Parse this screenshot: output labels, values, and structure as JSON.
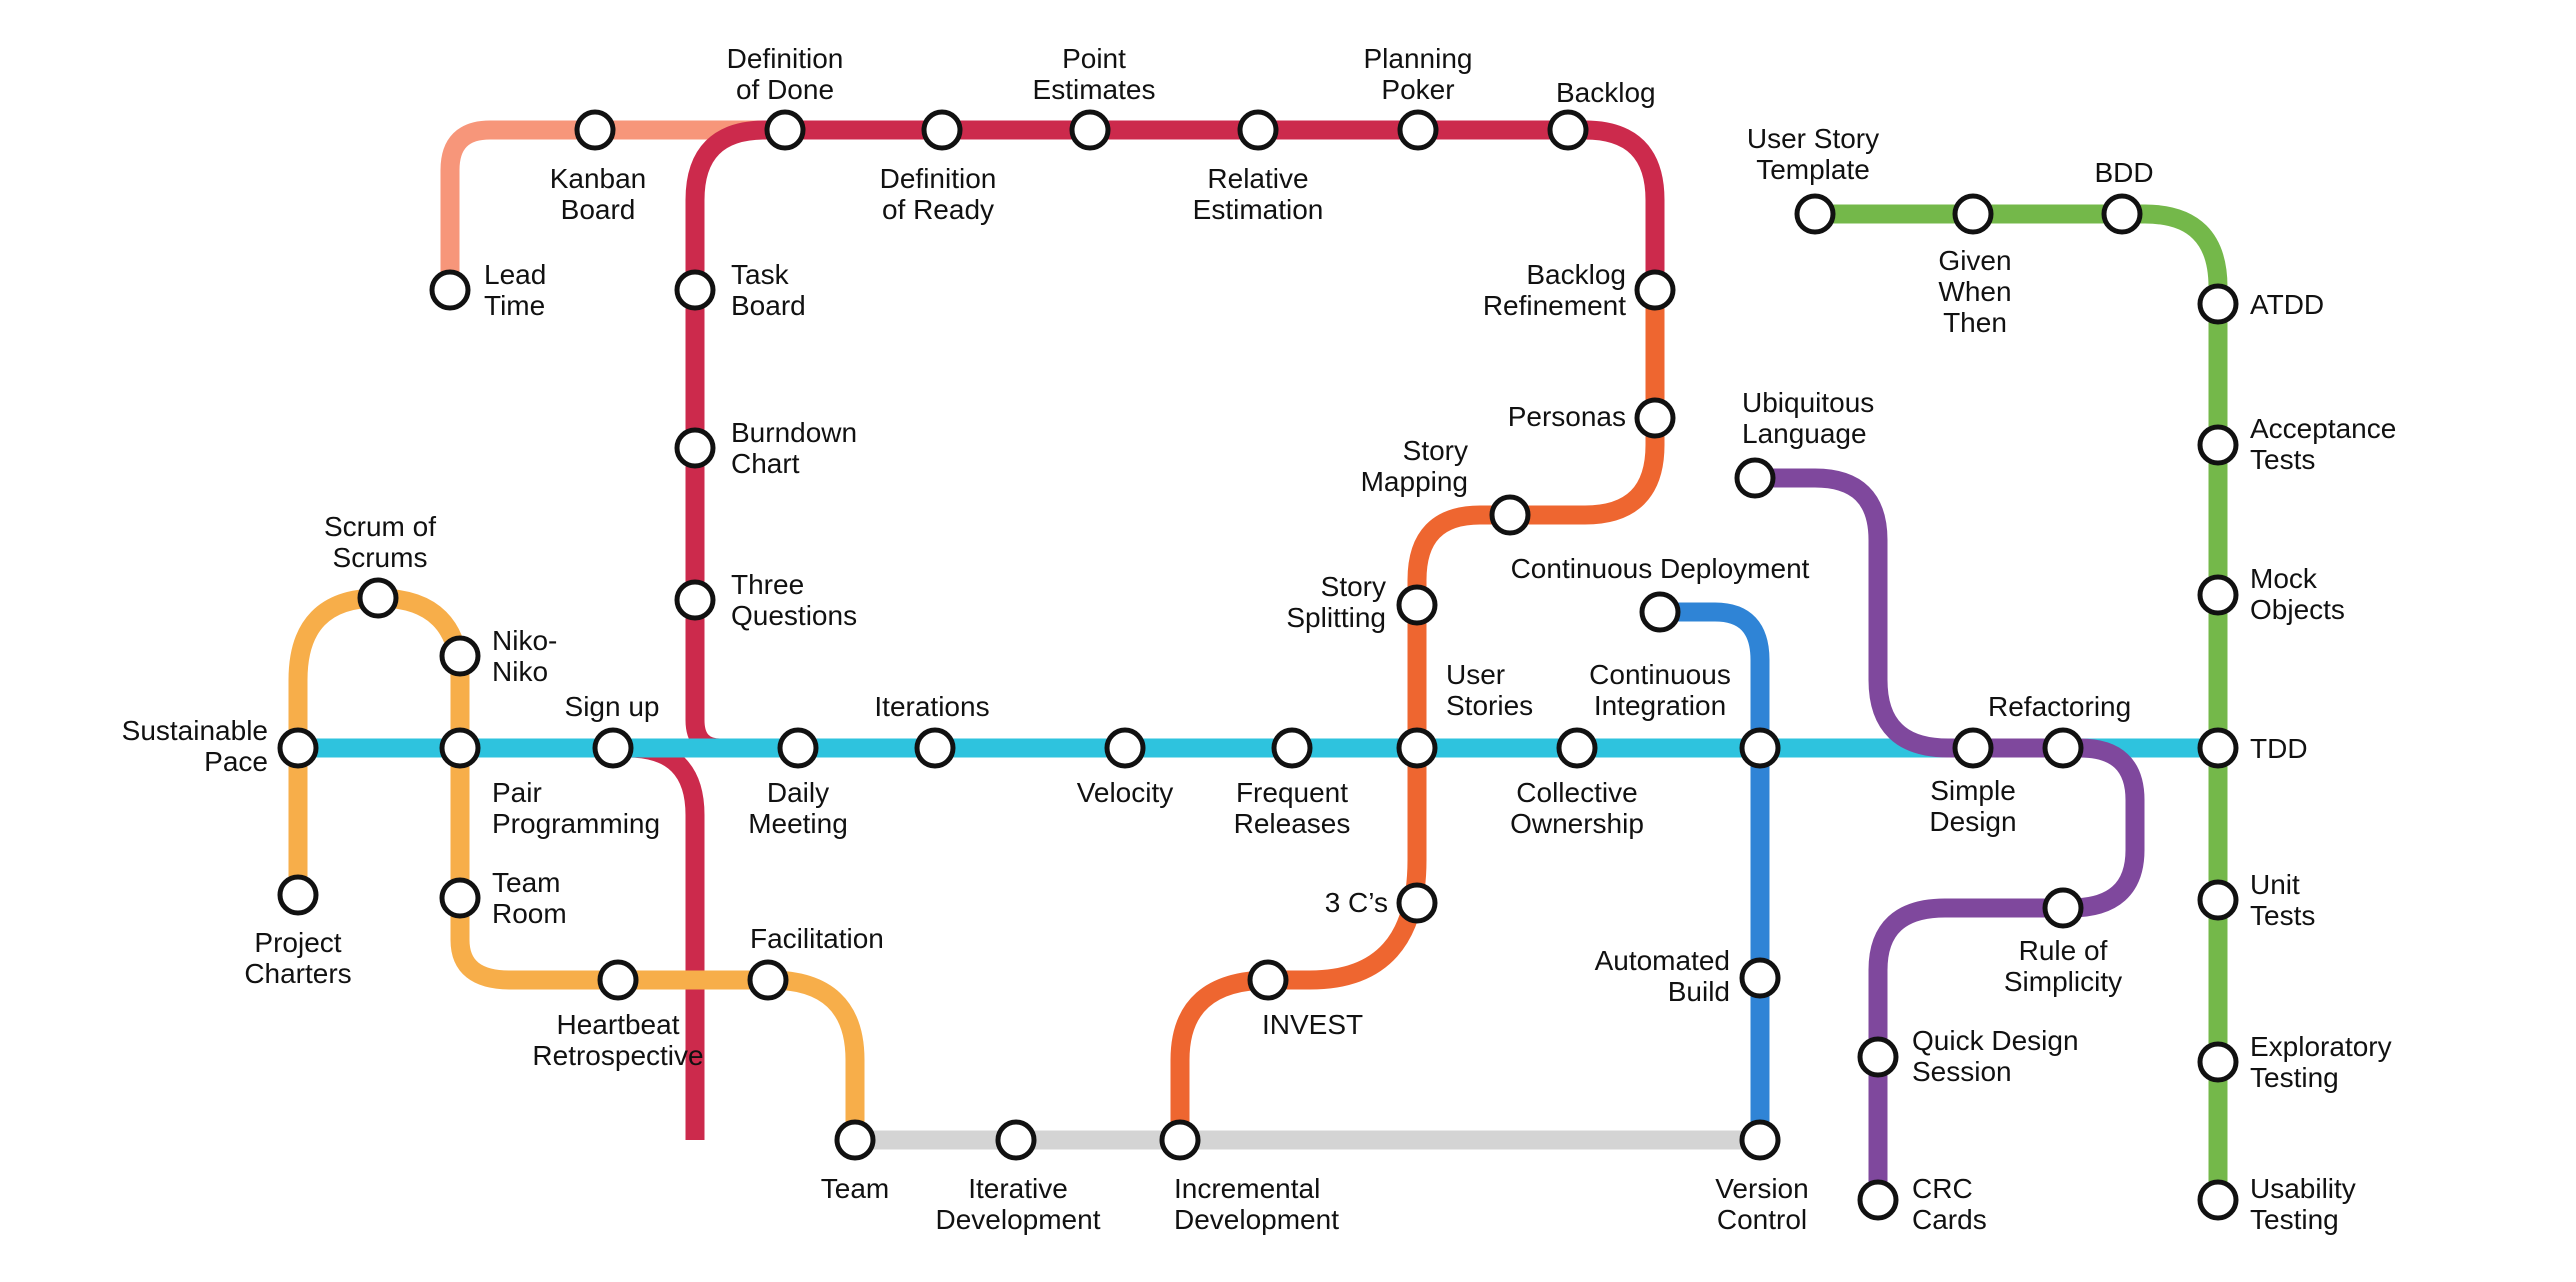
{
  "diagram": {
    "type": "metro-map",
    "lines": [
      {
        "id": "kanban",
        "color": "#F7967A"
      },
      {
        "id": "scrum",
        "color": "#CC2A4C"
      },
      {
        "id": "fundamentals",
        "color": "#2EC3DE"
      },
      {
        "id": "teams",
        "color": "#F7AE4A"
      },
      {
        "id": "product-management",
        "color": "#EE6630"
      },
      {
        "id": "devops",
        "color": "#2F84D6"
      },
      {
        "id": "design",
        "color": "#7F489D"
      },
      {
        "id": "testing",
        "color": "#74B84A"
      },
      {
        "id": "foundation",
        "color": "#D4D4D4"
      }
    ],
    "stations": [
      {
        "id": "lead-time",
        "label": [
          "Lead",
          "Time"
        ]
      },
      {
        "id": "kanban-board",
        "label": [
          "Kanban",
          "Board"
        ]
      },
      {
        "id": "definition-of-done",
        "label": [
          "Definition",
          "of Done"
        ]
      },
      {
        "id": "definition-of-ready",
        "label": [
          "Definition",
          "of Ready"
        ]
      },
      {
        "id": "point-estimates",
        "label": [
          "Point",
          "Estimates"
        ]
      },
      {
        "id": "relative-estimation",
        "label": [
          "Relative",
          "Estimation"
        ]
      },
      {
        "id": "planning-poker",
        "label": [
          "Planning",
          "Poker"
        ]
      },
      {
        "id": "backlog",
        "label": [
          "Backlog"
        ]
      },
      {
        "id": "backlog-refinement",
        "label": [
          "Backlog",
          "Refinement"
        ]
      },
      {
        "id": "personas",
        "label": [
          "Personas"
        ]
      },
      {
        "id": "story-mapping",
        "label": [
          "Story",
          "Mapping"
        ]
      },
      {
        "id": "story-splitting",
        "label": [
          "Story",
          "Splitting"
        ]
      },
      {
        "id": "task-board",
        "label": [
          "Task",
          "Board"
        ]
      },
      {
        "id": "burndown-chart",
        "label": [
          "Burndown",
          "Chart"
        ]
      },
      {
        "id": "three-questions",
        "label": [
          "Three",
          "Questions"
        ]
      },
      {
        "id": "daily-meeting",
        "label": [
          "Daily",
          "Meeting"
        ]
      },
      {
        "id": "iterations",
        "label": [
          "Iterations"
        ]
      },
      {
        "id": "iterative-development",
        "label": [
          "Iterative",
          "Development"
        ]
      },
      {
        "id": "sustainable-pace",
        "label": [
          "Sustainable",
          "Pace"
        ]
      },
      {
        "id": "project-charters",
        "label": [
          "Project",
          "Charters"
        ]
      },
      {
        "id": "scrum-of-scrums",
        "label": [
          "Scrum of",
          "Scrums"
        ]
      },
      {
        "id": "niko-niko",
        "label": [
          "Niko-",
          "Niko"
        ]
      },
      {
        "id": "pair-programming",
        "label": [
          "Pair",
          "Programming"
        ]
      },
      {
        "id": "sign-up",
        "label": [
          "Sign up"
        ]
      },
      {
        "id": "team-room",
        "label": [
          "Team",
          "Room"
        ]
      },
      {
        "id": "heartbeat-retrospective",
        "label": [
          "Heartbeat",
          "Retrospective"
        ]
      },
      {
        "id": "facilitation",
        "label": [
          "Facilitation"
        ]
      },
      {
        "id": "team",
        "label": [
          "Team"
        ]
      },
      {
        "id": "velocity",
        "label": [
          "Velocity"
        ]
      },
      {
        "id": "frequent-releases",
        "label": [
          "Frequent",
          "Releases"
        ]
      },
      {
        "id": "user-stories",
        "label": [
          "User",
          "Stories"
        ]
      },
      {
        "id": "collective-ownership",
        "label": [
          "Collective",
          "Ownership"
        ]
      },
      {
        "id": "three-cs",
        "label": [
          "3 C’s"
        ]
      },
      {
        "id": "invest",
        "label": [
          "INVEST"
        ]
      },
      {
        "id": "incremental-development",
        "label": [
          "Incremental",
          "Development"
        ]
      },
      {
        "id": "continuous-deployment",
        "label": [
          "Continuous Deployment"
        ]
      },
      {
        "id": "continuous-integration",
        "label": [
          "Continuous",
          "Integration"
        ]
      },
      {
        "id": "automated-build",
        "label": [
          "Automated",
          "Build"
        ]
      },
      {
        "id": "version-control",
        "label": [
          "Version",
          "Control"
        ]
      },
      {
        "id": "ubiquitous-language",
        "label": [
          "Ubiquitous",
          "Language"
        ]
      },
      {
        "id": "simple-design",
        "label": [
          "Simple",
          "Design"
        ]
      },
      {
        "id": "refactoring",
        "label": [
          "Refactoring"
        ]
      },
      {
        "id": "rule-of-simplicity",
        "label": [
          "Rule of",
          "Simplicity"
        ]
      },
      {
        "id": "quick-design-session",
        "label": [
          "Quick Design",
          "Session"
        ]
      },
      {
        "id": "crc-cards",
        "label": [
          "CRC",
          "Cards"
        ]
      },
      {
        "id": "user-story-template",
        "label": [
          "User Story",
          "Template"
        ]
      },
      {
        "id": "given-when-then",
        "label": [
          "Given",
          "When",
          "Then"
        ]
      },
      {
        "id": "bdd",
        "label": [
          "BDD"
        ]
      },
      {
        "id": "atdd",
        "label": [
          "ATDD"
        ]
      },
      {
        "id": "acceptance-tests",
        "label": [
          "Acceptance",
          "Tests"
        ]
      },
      {
        "id": "mock-objects",
        "label": [
          "Mock",
          "Objects"
        ]
      },
      {
        "id": "tdd",
        "label": [
          "TDD"
        ]
      },
      {
        "id": "unit-tests",
        "label": [
          "Unit",
          "Tests"
        ]
      },
      {
        "id": "exploratory-testing",
        "label": [
          "Exploratory",
          "Testing"
        ]
      },
      {
        "id": "usability-testing",
        "label": [
          "Usability",
          "Testing"
        ]
      }
    ]
  }
}
